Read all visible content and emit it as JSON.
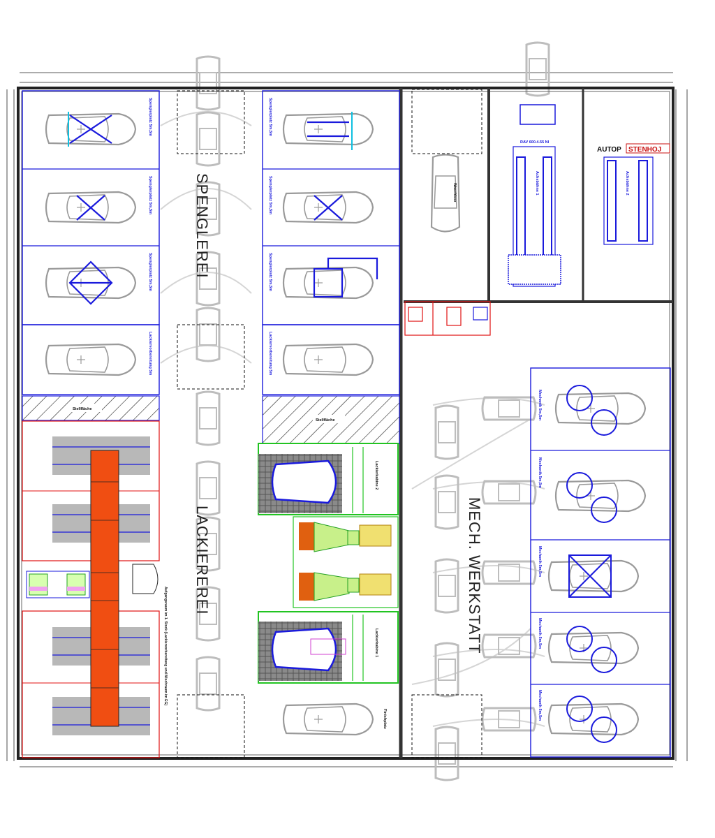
{
  "zones": {
    "spenglerei": "SPENGLEREI",
    "lackiererei": "LACKIEREREI",
    "mech_werkstatt": "MECH. WERKSTATT"
  },
  "spengler_bay_label": "Spenglerplatz 5m,5m",
  "lackiervorber_label": "Lackiervorbereitung 5m",
  "stellflaeche": "Stellfläche",
  "lackierkabine_2": "Lackierkabine 2",
  "lackierkabine_1": "Lackierkabine 1",
  "finishplatz": "Finishplatz",
  "aufgang": "Aufgangsraum im 1. Stock (Lackiervorbereitung und Mischraum im EG)",
  "mechanik_bay_label": "Mechanik 5m,5m",
  "waschbox": "Waschbox",
  "achsbuehne_1": "Achsbühne 1",
  "achsbuehne_2": "Achsbühne 2",
  "lifter_sub": "RAV 600.4.55 NI",
  "brand": {
    "a": "AUTOP",
    "b": "STENHOJ"
  },
  "colors": {
    "blue": "#1a1adc",
    "gray": "#a9a9a9",
    "green": "#22c422",
    "orange": "#f04e12",
    "red": "#e01010",
    "black": "#111111"
  }
}
